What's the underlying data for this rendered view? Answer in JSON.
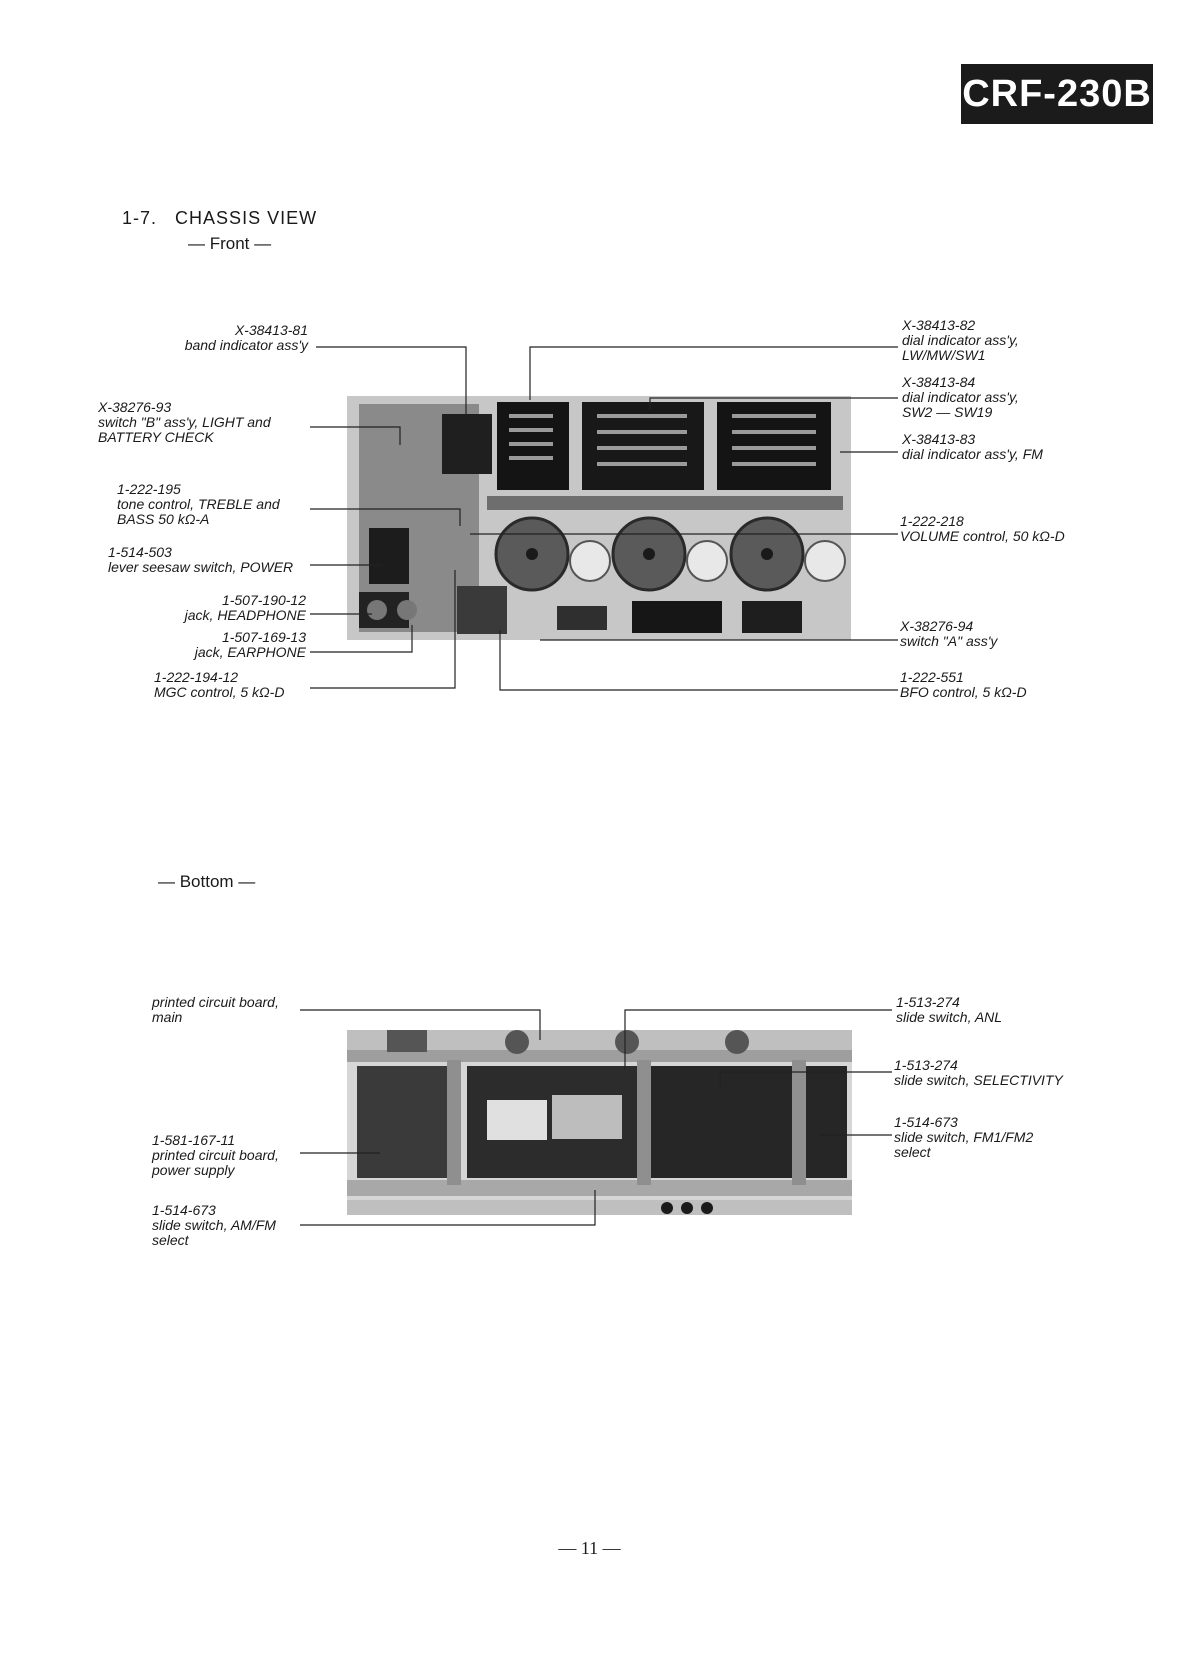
{
  "model_badge": "CRF-230B",
  "section": {
    "number": "1-7.",
    "title": "CHASSIS VIEW"
  },
  "front": {
    "subtitle": "— Front —",
    "left_labels": [
      {
        "lines": [
          "X-38413-81",
          "band indicator ass'y"
        ]
      },
      {
        "lines": [
          "X-38276-93",
          "switch \"B\" ass'y, LIGHT and",
          "BATTERY CHECK"
        ]
      },
      {
        "lines": [
          "1-222-195",
          "tone control, TREBLE and",
          "BASS 50 kΩ-A"
        ]
      },
      {
        "lines": [
          "1-514-503",
          "lever seesaw switch, POWER"
        ]
      },
      {
        "lines": [
          "1-507-190-12",
          "jack, HEADPHONE"
        ]
      },
      {
        "lines": [
          "1-507-169-13",
          "jack, EARPHONE"
        ]
      },
      {
        "lines": [
          "1-222-194-12",
          "MGC control, 5 kΩ-D"
        ]
      }
    ],
    "right_labels": [
      {
        "lines": [
          "X-38413-82",
          "dial indicator ass'y,",
          "LW/MW/SW1"
        ]
      },
      {
        "lines": [
          "X-38413-84",
          "dial indicator ass'y,",
          "SW2 — SW19"
        ]
      },
      {
        "lines": [
          "X-38413-83",
          "dial indicator ass'y, FM"
        ]
      },
      {
        "lines": [
          "1-222-218",
          "VOLUME control, 50 kΩ-D"
        ]
      },
      {
        "lines": [
          "X-38276-94",
          "switch \"A\" ass'y"
        ]
      },
      {
        "lines": [
          "1-222-551",
          "BFO control, 5 kΩ-D"
        ]
      }
    ]
  },
  "bottom": {
    "subtitle": "— Bottom —",
    "left_labels": [
      {
        "lines": [
          "printed circuit board,",
          "main"
        ]
      },
      {
        "lines": [
          "1-581-167-11",
          "printed circuit board,",
          "power supply"
        ]
      },
      {
        "lines": [
          "1-514-673",
          "slide switch, AM/FM",
          "select"
        ]
      }
    ],
    "right_labels": [
      {
        "lines": [
          "1-513-274",
          "slide switch, ANL"
        ]
      },
      {
        "lines": [
          "1-513-274",
          "slide switch, SELECTIVITY"
        ]
      },
      {
        "lines": [
          "1-514-673",
          "slide switch, FM1/FM2",
          "select"
        ]
      }
    ]
  },
  "page_number": "— 11 —"
}
